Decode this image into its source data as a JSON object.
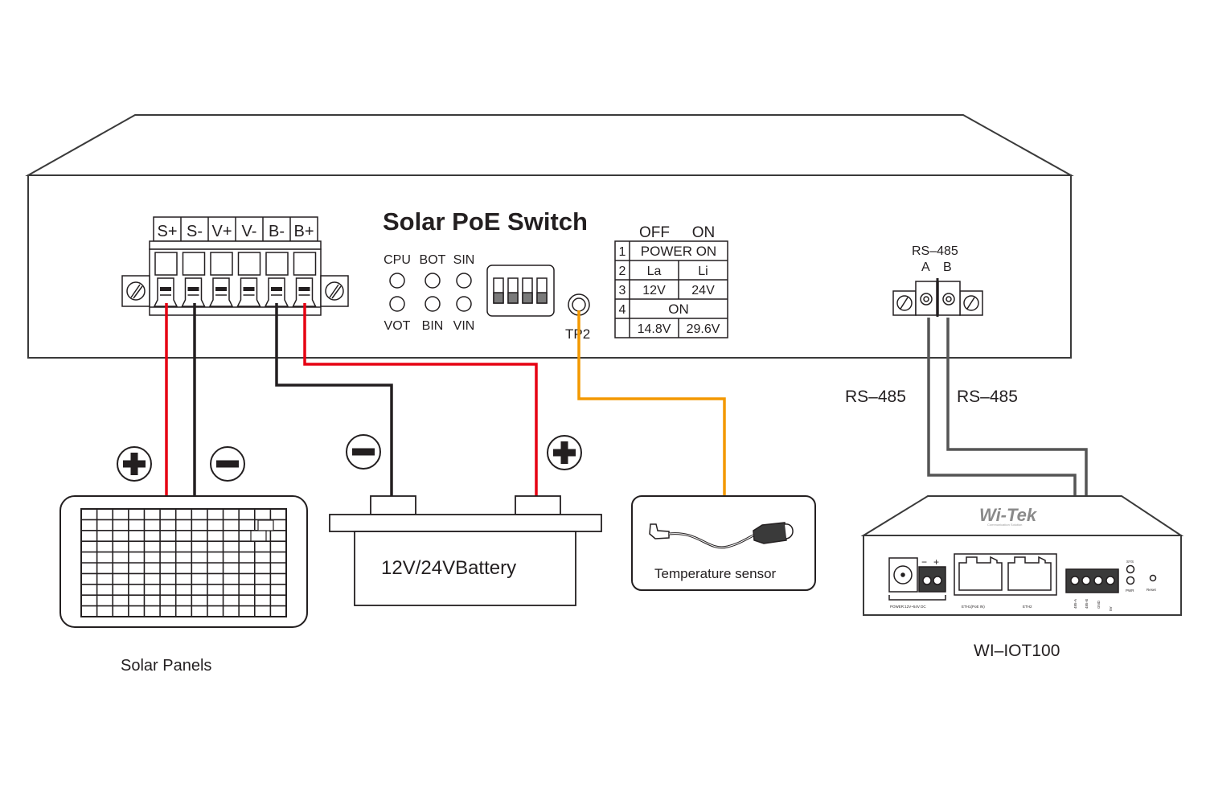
{
  "switch": {
    "title": "Solar PoE Switch",
    "terminals": [
      "S+",
      "S-",
      "V+",
      "V-",
      "B-",
      "B+"
    ],
    "leds_top": [
      "CPU",
      "BOT",
      "SIN"
    ],
    "leds_bottom": [
      "VOT",
      "BIN",
      "VIN"
    ],
    "dip_switch_positions": 4,
    "test_point_label": "TP2",
    "dip_table": {
      "header_off": "OFF",
      "header_on": "ON",
      "rows": [
        {
          "num": "1",
          "off": "POWER ON",
          "on": "",
          "merged": true
        },
        {
          "num": "2",
          "off": "La",
          "on": "Li",
          "merged": false
        },
        {
          "num": "3",
          "off": "12V",
          "on": "24V",
          "merged": false
        },
        {
          "num": "4",
          "off": "ON",
          "on": "",
          "merged": true
        },
        {
          "num": "",
          "off": "14.8V",
          "on": "29.6V",
          "merged": false
        }
      ]
    },
    "rs485_port": {
      "label": "RS–485",
      "pin_a": "A",
      "pin_b": "B"
    }
  },
  "wires": {
    "rs485_left_label": "RS–485",
    "rs485_right_label": "RS–485",
    "colors": {
      "positive": "#e60012",
      "negative": "#231f20",
      "sensor": "#f39800",
      "rs485": "#555555"
    }
  },
  "solar_panel": {
    "label": "Solar Panels",
    "plus_symbol": "+",
    "minus_symbol": "−"
  },
  "battery": {
    "label": "12V/24VBattery",
    "plus_symbol": "+",
    "minus_symbol": "−"
  },
  "temperature_sensor": {
    "label": "Temperature sensor"
  },
  "iot_device": {
    "label": "WI–IOT100",
    "brand": "Wi-Tek",
    "brand_tagline": "Communication Solution",
    "power_label": "POWER:12V~54V DC",
    "power_polarity": [
      "−",
      "+"
    ],
    "eth1_label": "ETH1(PoE IN)",
    "eth2_label": "ETH2",
    "terminal_labels": [
      "485-A",
      "485-B",
      "GND",
      "5V"
    ],
    "led_labels": [
      "SYS",
      "PWR"
    ],
    "reset_label": "Reset"
  }
}
